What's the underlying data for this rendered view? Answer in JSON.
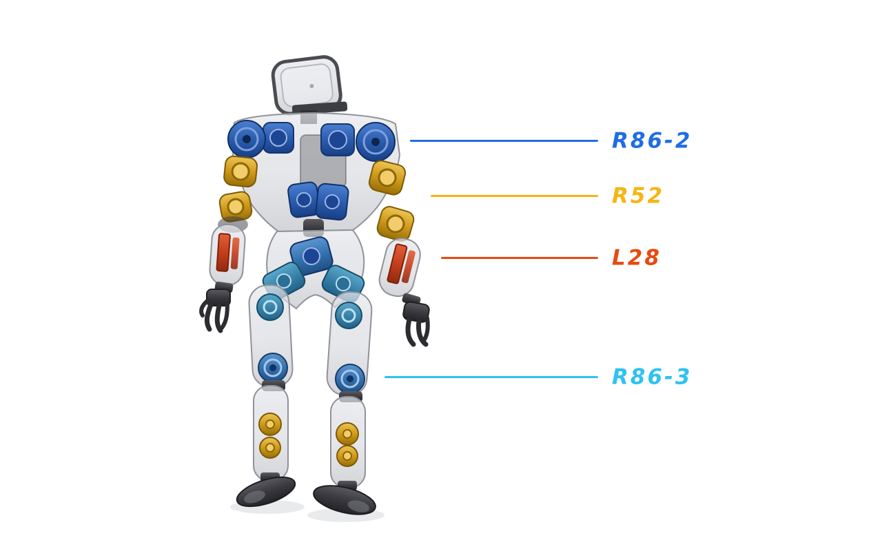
{
  "figure": {
    "background_color": "#ffffff",
    "description": "Transparent humanoid robot rendering with four actuator model callouts"
  },
  "callouts": [
    {
      "label": "R86-2",
      "color": "#1e6ee3",
      "points_to": "shoulder-and-chest-actuators"
    },
    {
      "label": "R52",
      "color": "#f6b511",
      "points_to": "elbow-actuator"
    },
    {
      "label": "L28",
      "color": "#e84a10",
      "points_to": "forearm-linear-actuator"
    },
    {
      "label": "R86-3",
      "color": "#2ec2f2",
      "points_to": "knee-actuator"
    }
  ],
  "robot": {
    "part_colors": {
      "shell": "#c6c8cf",
      "frame_dark": "#39393f",
      "shoulder_waist_actuators": "#2b5cae",
      "elbow_ankle_actuators": "#cf9a1a",
      "forearm_actuators": "#c43e1c",
      "hip_knee_actuators": "#3a83aa"
    }
  }
}
